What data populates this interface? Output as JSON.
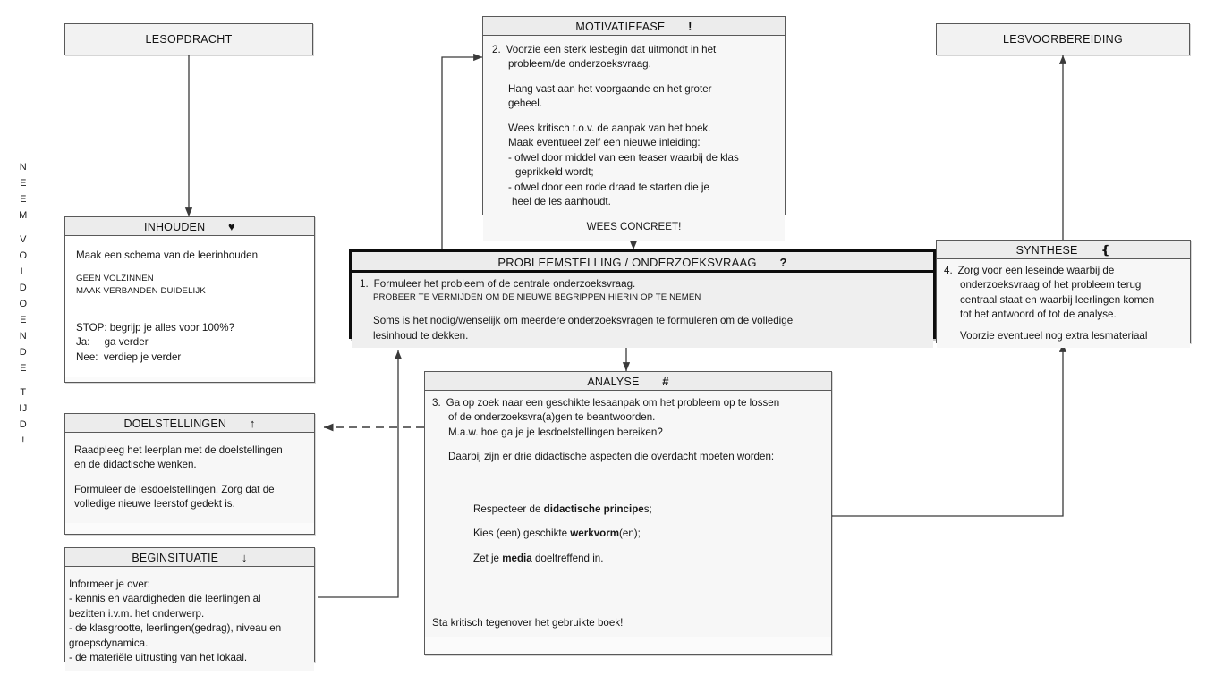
{
  "side_note": {
    "lines": [
      "N",
      "E",
      "E",
      "M",
      "",
      "V",
      "O",
      "L",
      "D",
      "O",
      "E",
      "N",
      "D",
      "E",
      "",
      "T",
      "IJ",
      "D",
      "!"
    ],
    "full_text": "NEEM VOLDOENDE TIJD!"
  },
  "boxes": {
    "lesopdracht": {
      "title": "LESOPDRACHT"
    },
    "lesvoorbereiding": {
      "title": "LESVOORBEREIDING"
    },
    "motivatiefase": {
      "title": "MOTIVATIEFASE",
      "icon": "!",
      "num": "2.",
      "line1": "Voorzie een sterk lesbegin dat uitmondt in het",
      "line2": "probleem/de onderzoeksvraag.",
      "line3": "Hang vast aan het voorgaande en het groter",
      "line4": "geheel.",
      "line5": "Wees kritisch t.o.v. de aanpak van het boek.",
      "line6": "Maak eventueel zelf een nieuwe inleiding:",
      "line7": "- ofwel door middel van een teaser waarbij de klas",
      "line8": "geprikkeld wordt;",
      "line9": "- ofwel door een rode draad te starten die je",
      "line10": "heel de les aanhoudt.",
      "footer": "WEES CONCREET!"
    },
    "probleemstelling": {
      "title": "PROBLEEMSTELLING / ONDERZOEKSVRAAG",
      "icon": "?",
      "num": "1.",
      "line1": "Formuleer het probleem of de centrale onderzoeksvraag.",
      "line2": "PROBEER TE VERMIJDEN OM DE NIEUWE BEGRIPPEN HIERIN OP TE NEMEN",
      "line3": "Soms is het nodig/wenselijk om meerdere onderzoeksvragen te formuleren om de volledige",
      "line4": "lesinhoud te dekken."
    },
    "analyse": {
      "title": "ANALYSE",
      "icon": "#",
      "num": "3.",
      "line1": "Ga op zoek naar een geschikte lesaanpak om het probleem op te lossen",
      "line2": "of de onderzoeksvra(a)gen te beantwoorden.",
      "line3": "M.a.w. hoe ga je je lesdoelstellingen bereiken?",
      "line4": "Daarbij zijn er drie didactische aspecten die overdacht moeten worden:",
      "bullet1_pre": "Respecteer de ",
      "bullet1_bold": "didactische principe",
      "bullet1_post": "s;",
      "bullet2_pre": "Kies (een) geschikte ",
      "bullet2_bold": "werkvorm",
      "bullet2_post": "(en);",
      "bullet3_pre": "Zet je ",
      "bullet3_bold": "media",
      "bullet3_post": " doeltreffend in.",
      "footer": "Sta kritisch tegenover het gebruikte boek!"
    },
    "synthese": {
      "title": "SYNTHESE",
      "icon": "❴",
      "num": "4.",
      "line1": "Zorg voor een leseinde waarbij de",
      "line2": "onderzoeksvraag of het probleem terug",
      "line3": "centraal staat en waarbij leerlingen komen",
      "line4": "tot het antwoord of tot de analyse.",
      "line5": "Voorzie eventueel nog extra lesmateriaal"
    },
    "inhouden": {
      "title": "INHOUDEN",
      "icon": "♥",
      "line1": "Maak een schema van de leerinhouden",
      "line2": "GEEN VOLZINNEN",
      "line3": "MAAK VERBANDEN DUIDELIJK",
      "line4": "STOP: begrijp je alles voor 100%?",
      "line5": "Ja:     ga verder",
      "line6": "Nee:  verdiep je verder"
    },
    "doelstellingen": {
      "title": "DOELSTELLINGEN",
      "icon": "↑",
      "line1": "Raadpleeg het leerplan met de doelstellingen",
      "line2": "en de didactische wenken.",
      "line3": "Formuleer de lesdoelstellingen. Zorg dat de",
      "line4": "volledige nieuwe leerstof gedekt is."
    },
    "beginsituatie": {
      "title": "BEGINSITUATIE",
      "icon": "↓",
      "line1": "Informeer je over:",
      "line2": "- kennis en vaardigheden die leerlingen al",
      "line3": "bezitten i.v.m. het onderwerp.",
      "line4": "- de klasgrootte,  leerlingen(gedrag), niveau en",
      "line5": "groepsdynamica.",
      "line6": "- de materiële uitrusting van het lokaal."
    }
  },
  "colors": {
    "border": "#595959",
    "border_strong": "#0d0d0d",
    "header_fill": "#ececec",
    "body_fill": "#f7f7f7",
    "page_bg": "#ffffff"
  }
}
